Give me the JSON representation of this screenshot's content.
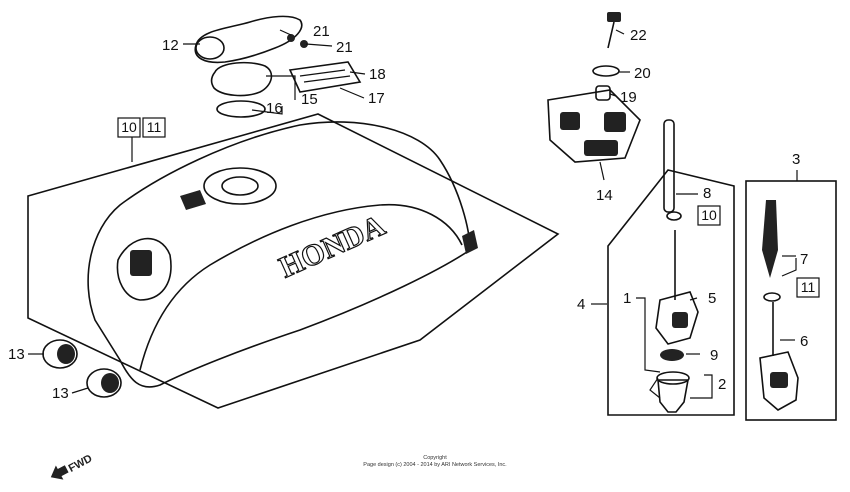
{
  "diagram": {
    "callouts": {
      "c1": "1",
      "c2": "2",
      "c3": "3",
      "c4": "4",
      "c5": "5",
      "c6": "6",
      "c7": "7",
      "c8": "8",
      "c9": "9",
      "c12": "12",
      "c13a": "13",
      "c13b": "13",
      "c14": "14",
      "c15": "15",
      "c16": "16",
      "c17": "17",
      "c18": "18",
      "c19": "19",
      "c20": "20",
      "c21a": "21",
      "c21b": "21",
      "c22": "22"
    },
    "boxed_refs": {
      "tank_a": "10",
      "tank_b": "11",
      "valve": "10",
      "strainer": "11"
    },
    "tank_brand": "HONDA",
    "fwd_label": "FWD"
  },
  "copyright": {
    "line1": "Copyright",
    "line2": "Page design (c) 2004 - 2014 by ARI Network Services, Inc."
  }
}
